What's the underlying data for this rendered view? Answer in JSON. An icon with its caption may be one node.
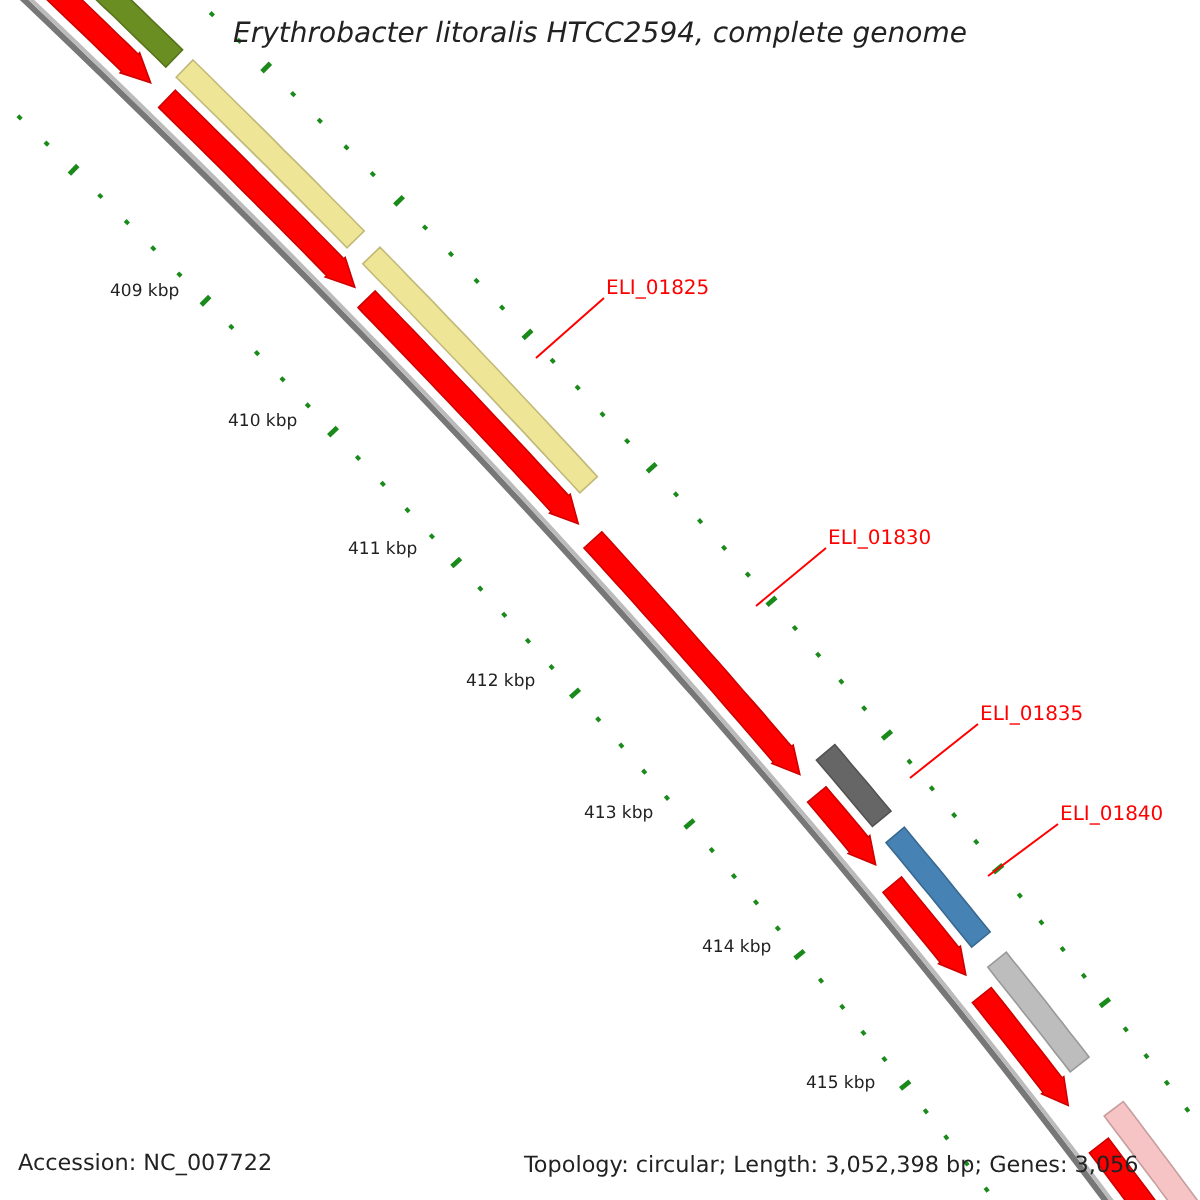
{
  "diagram": {
    "title": "Erythrobacter litoralis HTCC2594, complete genome",
    "nodes": [
      {
        "text": [
          "ELI_01825"
        ]
      },
      {
        "text": [
          "ELI_01830"
        ]
      },
      {
        "text": [
          "ELI_01835"
        ]
      },
      {
        "text": [
          "ELI_01840"
        ]
      }
    ],
    "edges": [
      {
        "from": 0,
        "to": null,
        "arrow": "none"
      },
      {
        "from": 1,
        "to": null,
        "arrow": "none"
      },
      {
        "from": 2,
        "to": null,
        "arrow": "none"
      },
      {
        "from": 3,
        "to": null,
        "arrow": "none"
      }
    ],
    "labels": [
      "409 kbp",
      "410 kbp",
      "411 kbp",
      "412 kbp",
      "413 kbp",
      "414 kbp",
      "415 kbp",
      "Accession: NC_007722",
      "Topology: circular; Length: 3,052,398 bp; Genes: 3,056"
    ]
  }
}
